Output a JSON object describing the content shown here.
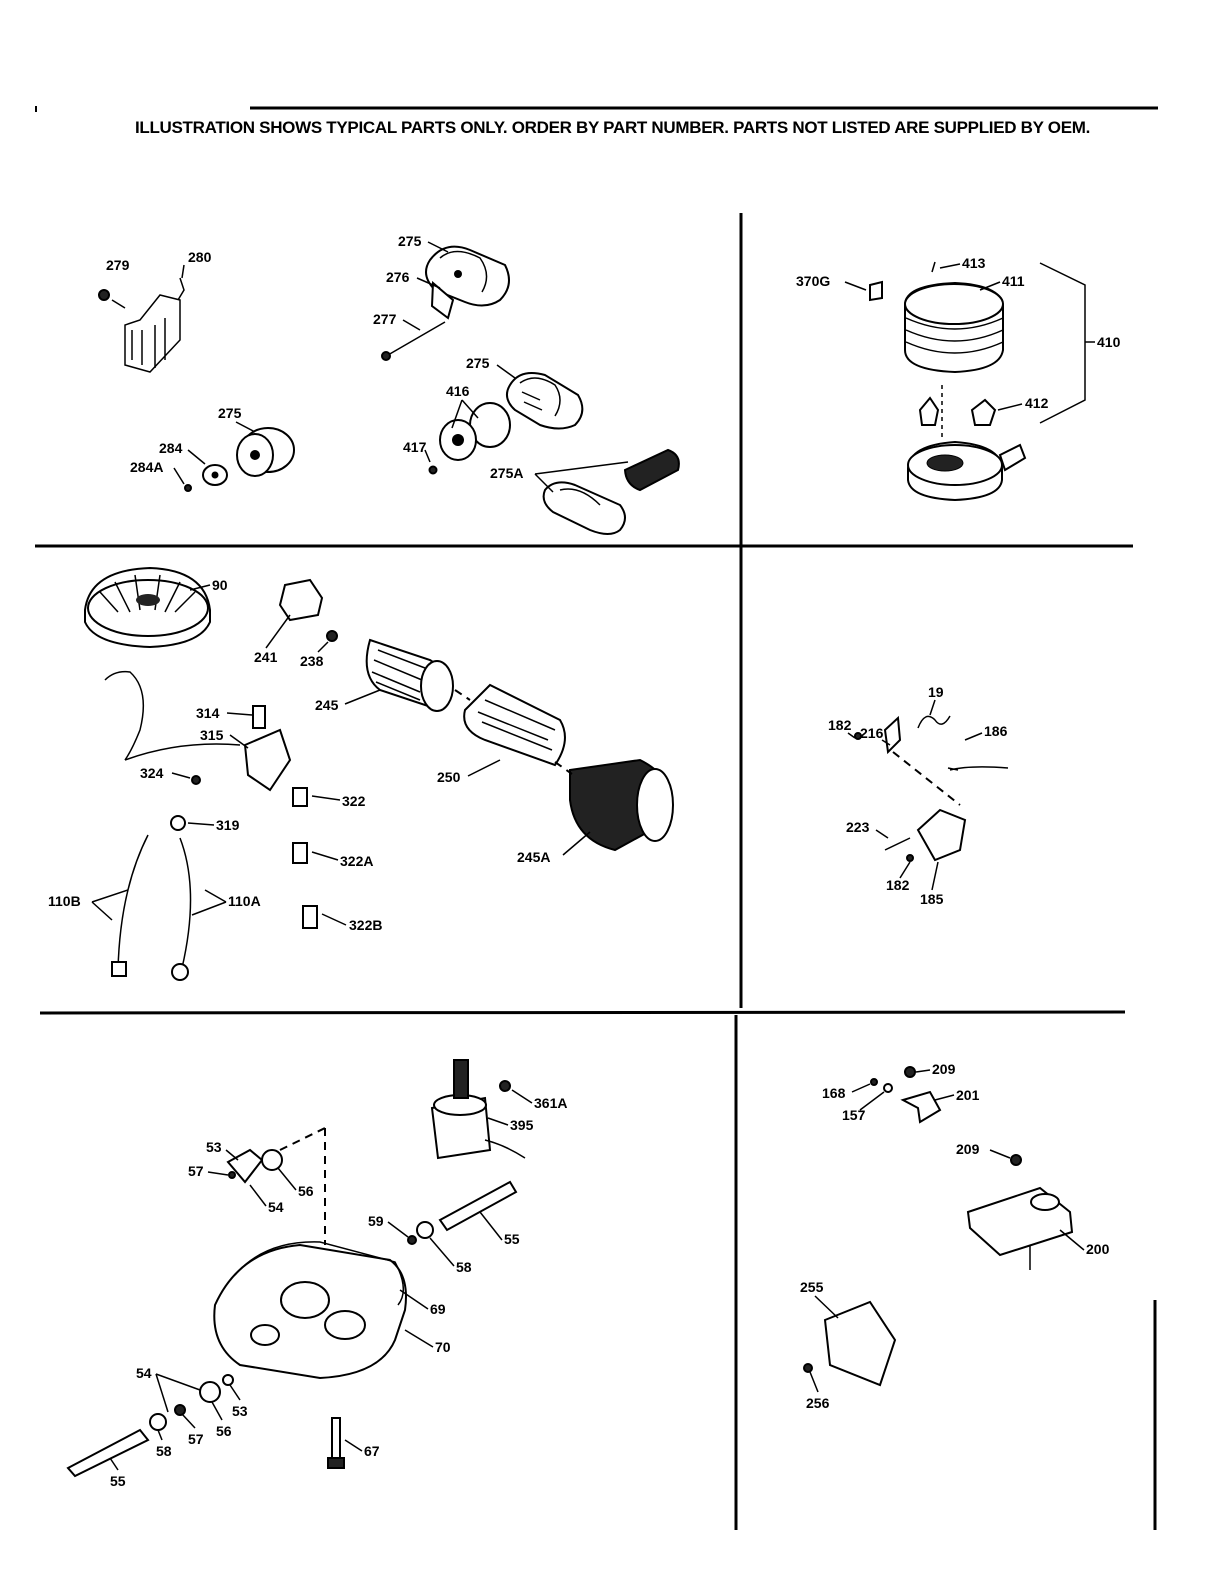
{
  "header": {
    "notice": "ILLUSTRATION SHOWS TYPICAL PARTS ONLY. ORDER BY PART NUMBER. PARTS NOT LISTED ARE SUPPLIED BY OEM."
  },
  "panels": {
    "mufflers": {
      "labels": [
        "279",
        "280",
        "275",
        "276",
        "277",
        "275",
        "416",
        "417",
        "275A",
        "275",
        "284",
        "284A"
      ]
    },
    "air_cleaner": {
      "labels": [
        "370G",
        "413",
        "411",
        "410",
        "412"
      ]
    },
    "ignition": {
      "labels": [
        "90",
        "241",
        "238",
        "245",
        "250",
        "245A",
        "314",
        "315",
        "324",
        "322",
        "319",
        "322A",
        "110B",
        "110A",
        "322B"
      ]
    },
    "governor": {
      "labels": [
        "182",
        "216",
        "19",
        "186",
        "223",
        "182",
        "185"
      ]
    },
    "crankcase": {
      "labels": [
        "361A",
        "395",
        "53",
        "57",
        "56",
        "54",
        "59",
        "55",
        "58",
        "69",
        "70",
        "54",
        "53",
        "56",
        "57",
        "58",
        "55",
        "67"
      ]
    },
    "controls": {
      "labels": [
        "209",
        "168",
        "201",
        "157",
        "209",
        "200",
        "255",
        "256"
      ]
    }
  }
}
